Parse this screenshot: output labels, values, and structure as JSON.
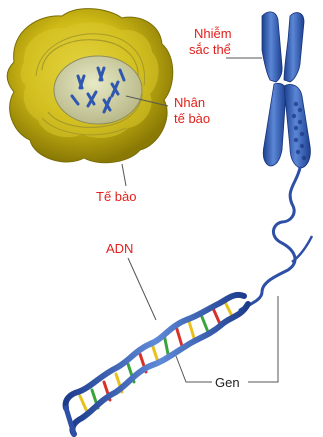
{
  "labels": {
    "chromosome_line1": "Nhiễm",
    "chromosome_line2": "sắc thể",
    "nucleus_line1": "Nhân",
    "nucleus_line2": "tế bào",
    "cell": "Tế bào",
    "dna": "ADN",
    "gene": "Gen"
  },
  "colors": {
    "label_red": "#e3201b",
    "label_dark": "#222222",
    "cell": "#c9b40b",
    "chromosome": "#2f57b0",
    "dna_backbone": "#2d4fa6"
  }
}
